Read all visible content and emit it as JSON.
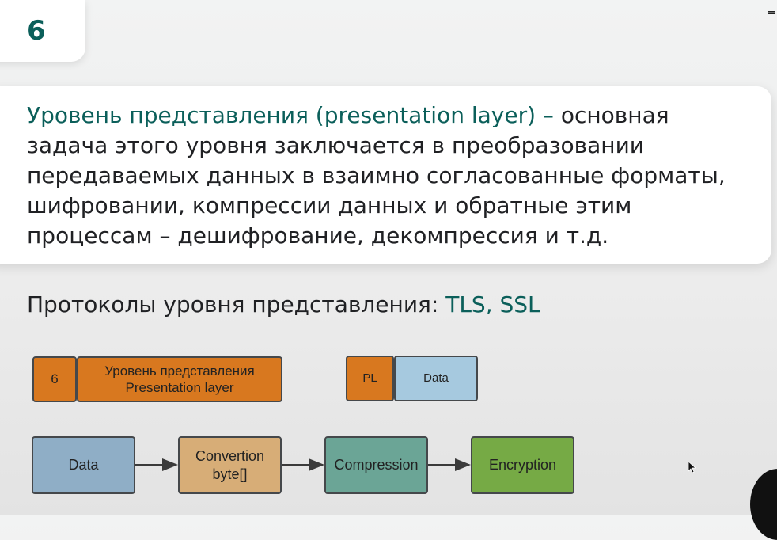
{
  "slide": {
    "number": "6",
    "definition_term": "Уровень представления (presentation layer) –",
    "definition_rest": " основная задача этого уровня заключается в преобразовании передаваемых данных в взаимно согласованные форматы, шифровании, компрессии данных и обратные этим процессам – дешифрование, декомпрессия и т.д.",
    "protocols_label": "Протоколы уровня представления: ",
    "protocols_value": "TLS, SSL"
  },
  "diagram": {
    "layer_number": "6",
    "layer_name_line1": "Уровень представления",
    "layer_name_line2": "Presentation layer",
    "pl_label": "PL",
    "packet_data_label": "Data",
    "flow": {
      "data_label": "Data",
      "convert_line1": "Convertion",
      "convert_line2": "byte[]",
      "compression_label": "Compression",
      "encryption_label": "Encryption"
    }
  },
  "colors": {
    "accent_teal": "#0b5f5a",
    "orange": "#d8781f",
    "light_blue": "#a6c9df",
    "blue": "#8faec6",
    "tan": "#d7ad77",
    "teal": "#6ba596",
    "green": "#76aa45"
  },
  "icons": {
    "cursor": "mouse-cursor-icon"
  }
}
